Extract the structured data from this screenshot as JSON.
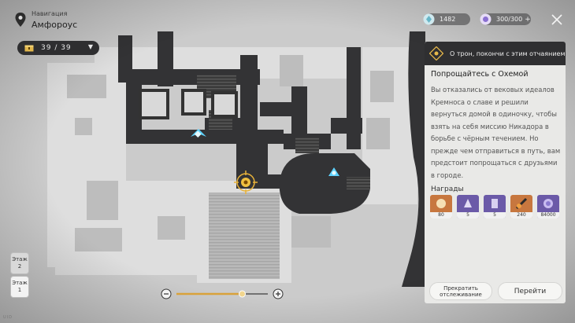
{
  "nav": {
    "label": "Навигация",
    "place": "Амфороус"
  },
  "chests": {
    "value": "39 / 39"
  },
  "resources": {
    "crystals": "1482",
    "stamina": "300/300"
  },
  "quest": {
    "header": "О трон, покончи с этим отчаянием",
    "title": "Попрощайтесь с Охемой",
    "description": "Вы отказались от вековых идеалов Кремноса о славе и решили вернуться домой в одиночку, чтобы взять на себя миссию Никадора в борьбе с чёрным течением. Но прежде чем отправиться в путь, вам предстоит попрощаться с друзьями в городе.",
    "rewards_label": "Награды",
    "rewards": [
      {
        "icon": "trailblaze-exp-icon",
        "count": "80",
        "color": "#c7773f"
      },
      {
        "icon": "relic-remains-icon",
        "count": "5",
        "color": "#6b5aa8"
      },
      {
        "icon": "refined-aether-icon",
        "count": "5",
        "color": "#6b5aa8"
      },
      {
        "icon": "trace-material-icon",
        "count": "240",
        "color": "#c7773f"
      },
      {
        "icon": "credit-icon",
        "count": "84000",
        "color": "#6b5aa8"
      }
    ],
    "stop_button": "Прекратить отслеживание",
    "go_button": "Перейти"
  },
  "floors": [
    {
      "label": "Этаж",
      "number": "2"
    },
    {
      "label": "Этаж",
      "number": "1"
    }
  ],
  "zoom": {
    "level": 0.72
  },
  "watermark": "UID"
}
